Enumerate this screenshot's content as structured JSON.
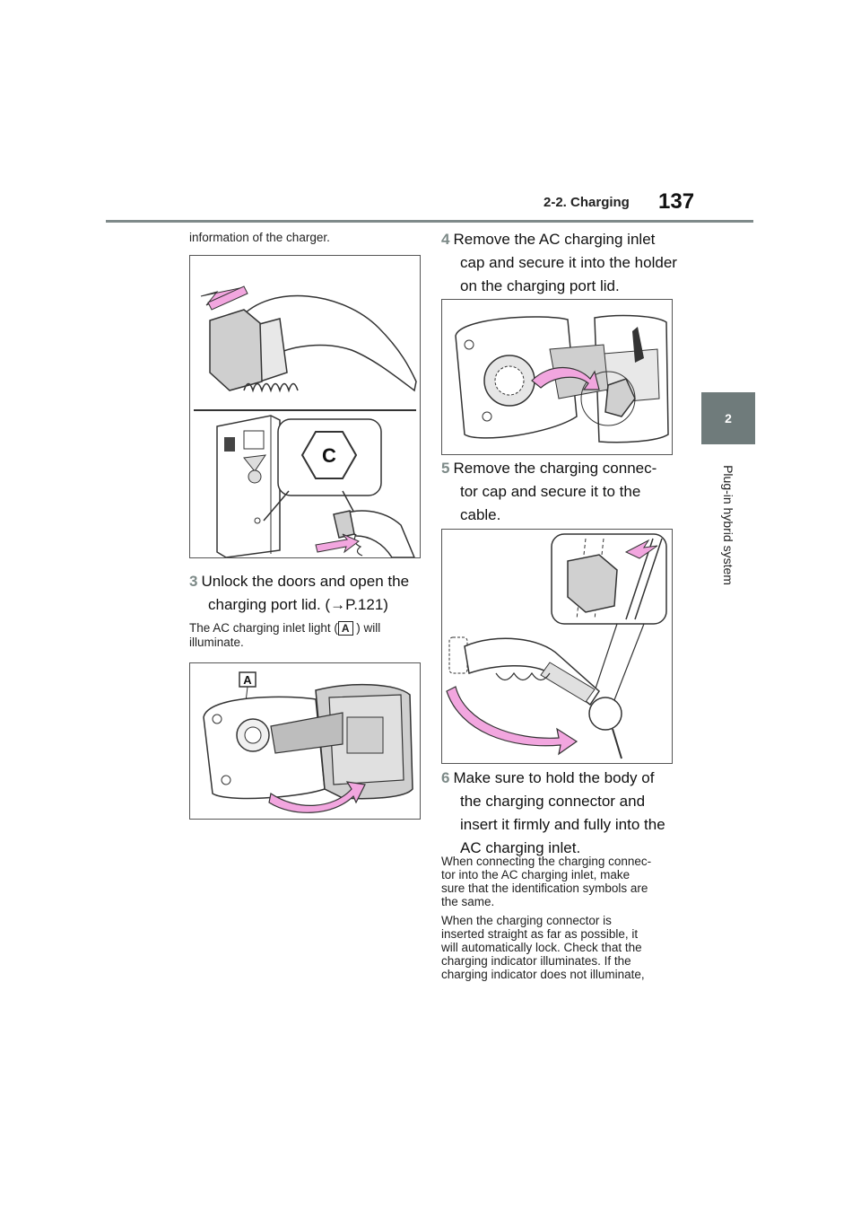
{
  "header": {
    "section": "2-2. Charging",
    "page_number": "137"
  },
  "chapter_tab": {
    "number": "2",
    "title": "Plug-in hybrid system"
  },
  "left_column": {
    "intro": "information of the charger.",
    "figure1_label": "C",
    "step3": {
      "number": "3",
      "line1": "Unlock the doors and open the",
      "line2": "charging port lid. (→P.121)"
    },
    "note_before": "The AC charging inlet light (",
    "note_label": "A",
    "note_after": ") will",
    "note_line2": "illuminate.",
    "figure2_label": "A"
  },
  "right_column": {
    "step4": {
      "number": "4",
      "lines": [
        "Remove the AC charging inlet",
        "cap and secure it into the holder",
        "on the charging port lid."
      ]
    },
    "step5": {
      "number": "5",
      "lines": [
        "Remove the charging connec-",
        "tor cap and secure it to the",
        "cable."
      ]
    },
    "step6": {
      "number": "6",
      "lines": [
        "Make sure to hold the body of",
        "the charging connector and",
        "insert it firmly and fully into the",
        "AC charging inlet."
      ]
    },
    "para1": [
      "When connecting the charging connec-",
      "tor into the AC charging inlet, make",
      "sure that the identification symbols are",
      "the same."
    ],
    "para2": [
      "When the charging connector is",
      "inserted straight as far as possible, it",
      "will automatically lock. Check that the",
      "charging indicator illuminates. If the",
      "charging indicator does not illuminate,"
    ]
  },
  "colors": {
    "accent": "#f2a6df",
    "rule": "#7f8a8a",
    "tab": "#6f7b7b",
    "step_number": "#7d8a88"
  },
  "icons": [
    "arrow-icon",
    "hexagon-label-icon"
  ]
}
